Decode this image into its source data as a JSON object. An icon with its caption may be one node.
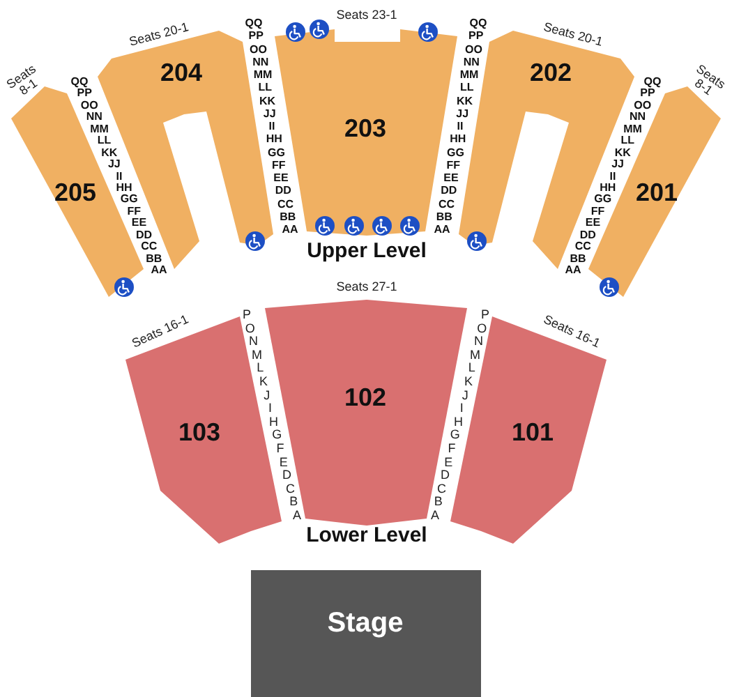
{
  "diagram": {
    "nodes": [
      {
        "text": [
          "205"
        ],
        "beside": [
          "Seats 8-1"
        ]
      },
      {
        "text": [
          "204"
        ],
        "beside": [
          "Seats 20-1"
        ]
      },
      {
        "text": [
          "203"
        ],
        "beside": [
          "Seats 23-1"
        ]
      },
      {
        "text": [
          "202"
        ],
        "beside": [
          "Seats 20-1"
        ]
      },
      {
        "text": [
          "201"
        ],
        "beside": [
          "Seats 8-1"
        ]
      },
      {
        "text": [
          "103"
        ],
        "beside": [
          "Seats 16-1"
        ]
      },
      {
        "text": [
          "102"
        ],
        "beside": [
          "Seats 27-1"
        ]
      },
      {
        "text": [
          "101"
        ],
        "beside": [
          "Seats 16-1"
        ]
      },
      {
        "text": [
          "Stage"
        ]
      }
    ],
    "labels": [
      "QQ",
      "PP",
      "OO",
      "NN",
      "MM",
      "LL",
      "KK",
      "JJ",
      "II",
      "HH",
      "GG",
      "FF",
      "EE",
      "DD",
      "CC",
      "BB",
      "AA",
      "QQ",
      "PP",
      "OO",
      "NN",
      "MM",
      "LL",
      "KK",
      "JJ",
      "II",
      "HH",
      "GG",
      "FF",
      "EE",
      "DD",
      "CC",
      "BB",
      "AA",
      "QQ",
      "PP",
      "OO",
      "NN",
      "MM",
      "LL",
      "KK",
      "JJ",
      "II",
      "HH",
      "GG",
      "FF",
      "EE",
      "DD",
      "CC",
      "BB",
      "AA",
      "QQ",
      "PP",
      "OO",
      "NN",
      "MM",
      "LL",
      "KK",
      "JJ",
      "II",
      "HH",
      "GG",
      "FF",
      "EE",
      "DD",
      "CC",
      "BB",
      "AA",
      "Upper Level",
      "P",
      "O",
      "N",
      "M",
      "L",
      "K",
      "J",
      "I",
      "H",
      "G",
      "F",
      "E",
      "D",
      "C",
      "B",
      "A",
      "P",
      "O",
      "N",
      "M",
      "L",
      "K",
      "J",
      "I",
      "H",
      "G",
      "F",
      "E",
      "D",
      "C",
      "B",
      "A",
      "Lower Level"
    ]
  }
}
